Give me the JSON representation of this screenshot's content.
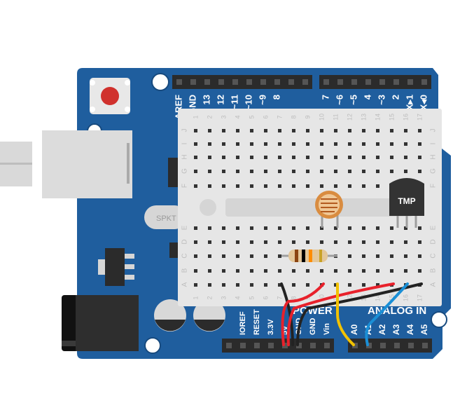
{
  "board": {
    "digital_pins": [
      "AREF",
      "GND",
      "13",
      "12",
      "~11",
      "~10",
      "~9",
      "8",
      "7",
      "~6",
      "~5",
      "4",
      "~3",
      "2",
      "TX▸1",
      "RX◂0"
    ],
    "power_pins": [
      "IOREF",
      "RESET",
      "3.3V",
      "5V",
      "GND",
      "GND",
      "Vin"
    ],
    "power_label": "POWER",
    "analog_label": "ANALOG IN",
    "analog_pins": [
      "A0",
      "A1",
      "A2",
      "A3",
      "A4",
      "A5"
    ],
    "crystal_label": "SPKT",
    "colors": {
      "pcb": "#1f5e9e",
      "header": "#2b2b2b",
      "breadboard": "#e6e6e6",
      "reset_button": "#d0312d",
      "usb_port": "#d9d9d9"
    }
  },
  "breadboard": {
    "row_letters": [
      "J",
      "I",
      "H",
      "G",
      "F",
      "E",
      "D",
      "C",
      "B",
      "A"
    ],
    "column_count": 17
  },
  "components": {
    "photoresistor": {
      "name": "photoresistor-icon",
      "color": "#d98c40"
    },
    "resistor": {
      "bands": [
        "#8b4513",
        "#000000",
        "#ff8c00",
        "#c9a227"
      ]
    },
    "temperature_sensor": {
      "label": "TMP",
      "color": "#333333"
    }
  },
  "wires": {
    "colors": {
      "black": "#222222",
      "red": "#e8212b",
      "yellow": "#f2c200",
      "blue": "#1a8fd6"
    }
  }
}
